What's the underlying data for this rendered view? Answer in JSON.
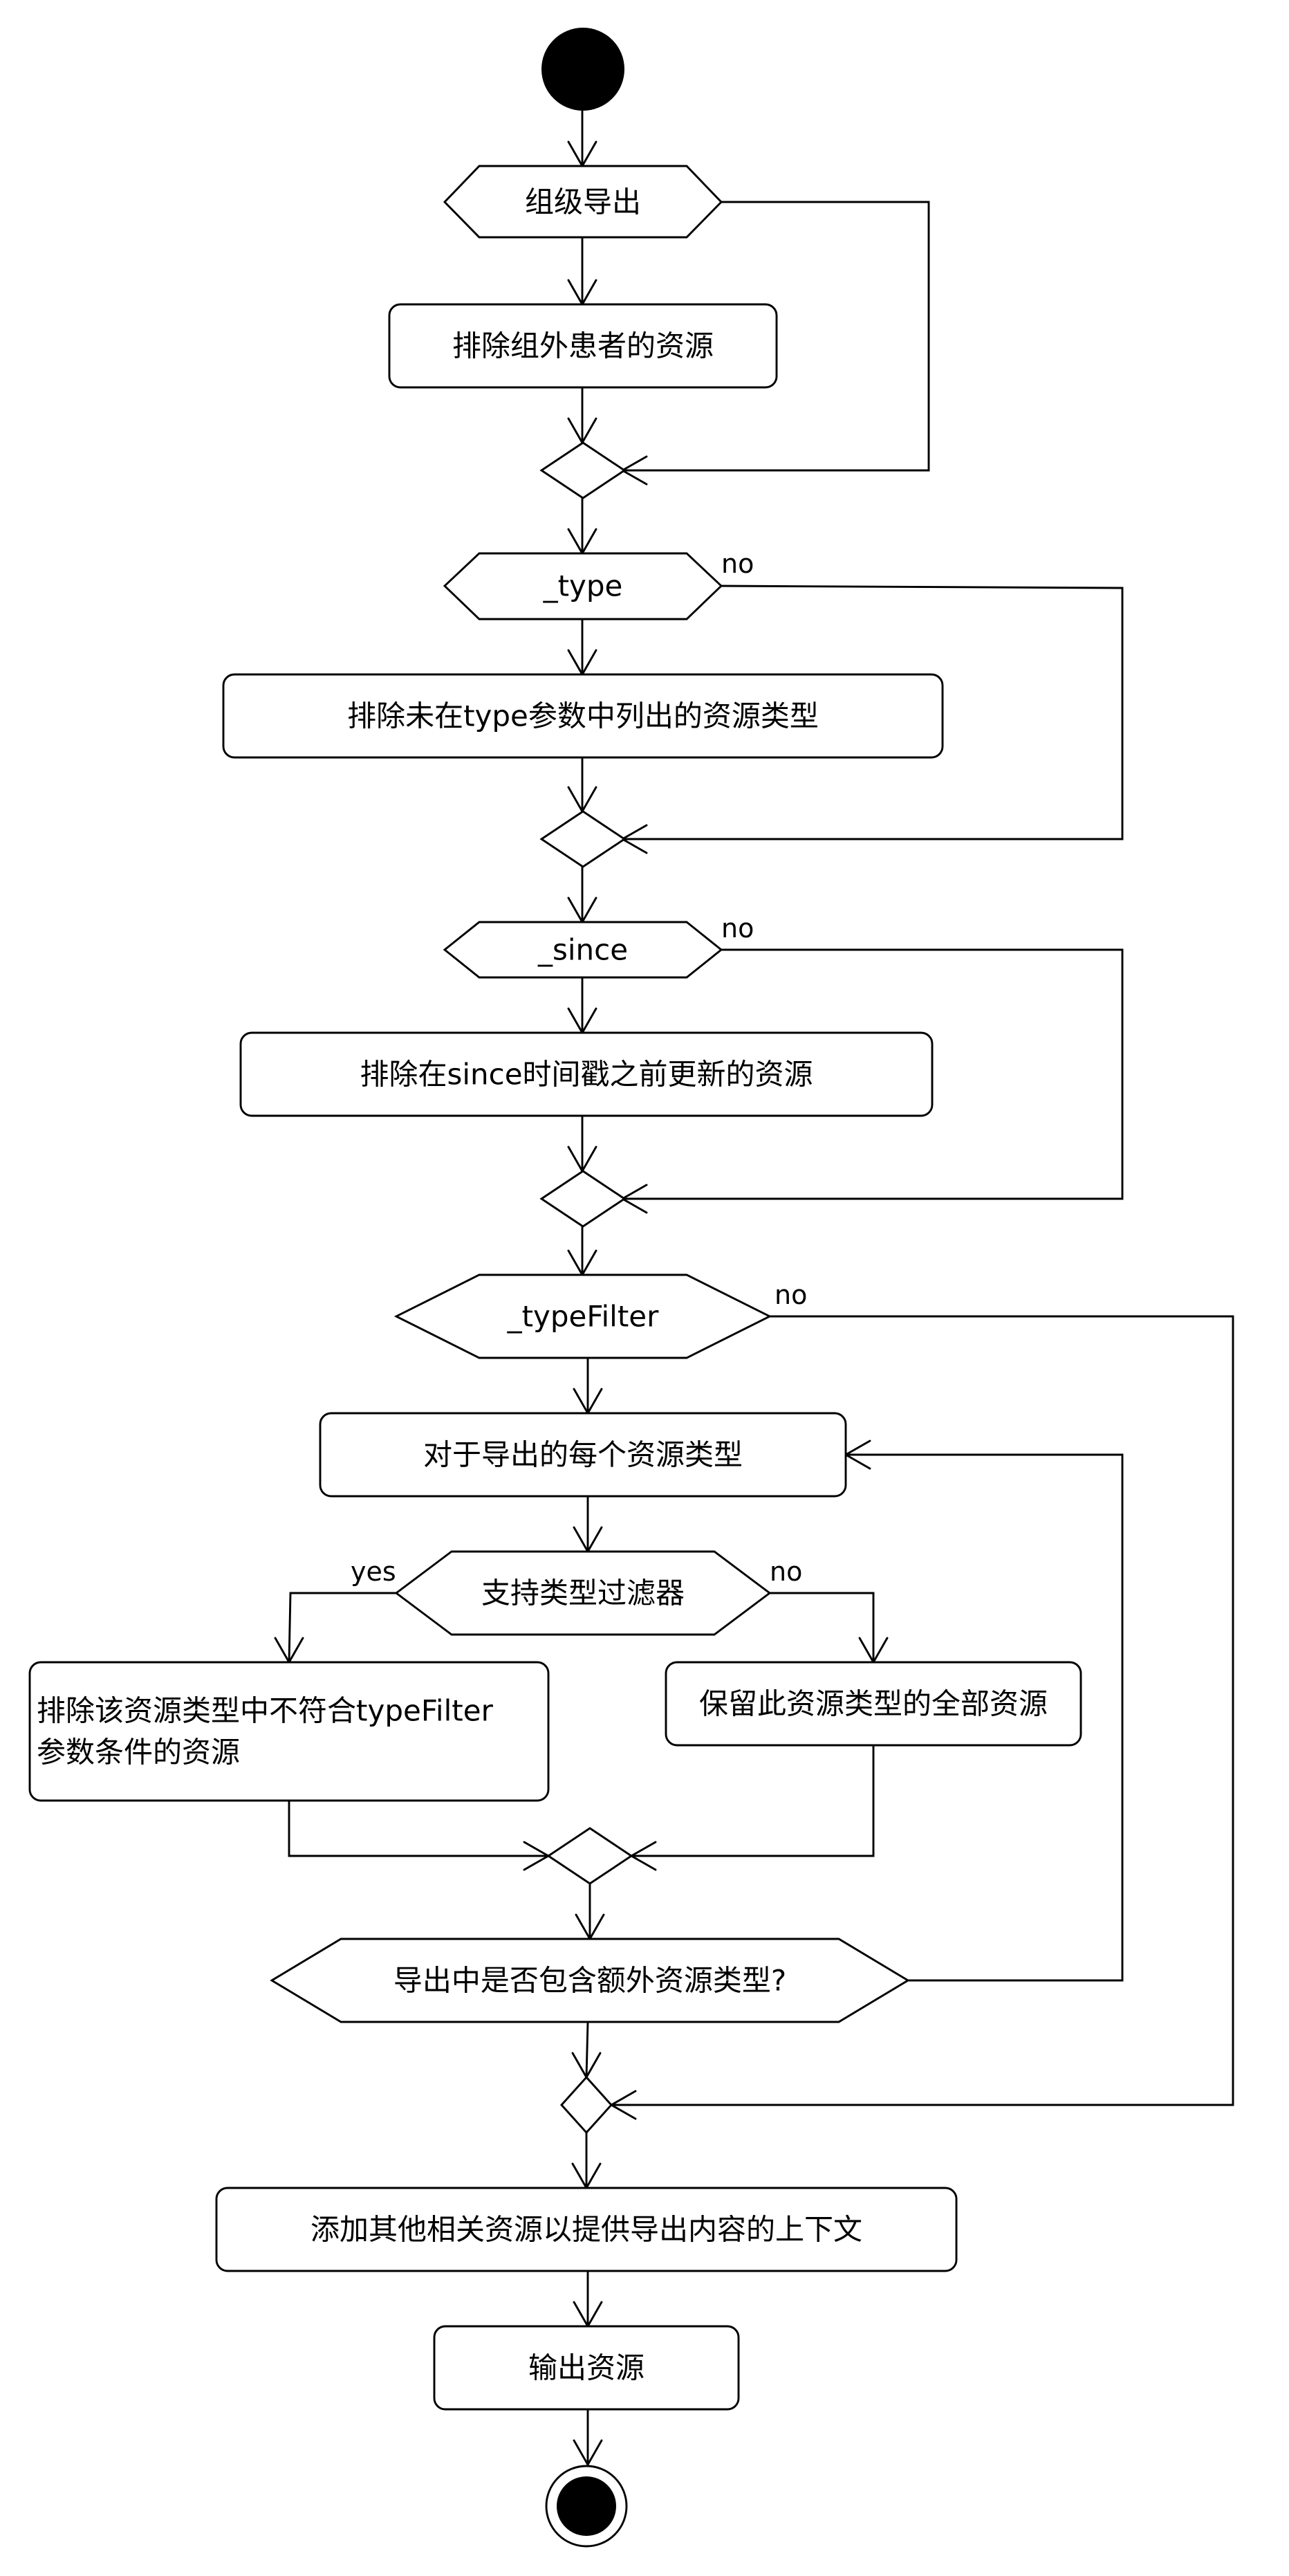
{
  "diagram": {
    "nodes": {
      "group_export": "组级导出",
      "exclude_outside_group": "排除组外患者的资源",
      "type_param": "_type",
      "exclude_unlisted_types": "排除未在type参数中列出的资源类型",
      "since_param": "_since",
      "exclude_before_since": "排除在since时间戳之前更新的资源",
      "typefilter_param": "_typeFilter",
      "for_each_type": "对于导出的每个资源类型",
      "supports_filter": "支持类型过滤器",
      "exclude_unmatched_line1": "排除该资源类型中不符合typeFilter",
      "exclude_unmatched_line2": "参数条件的资源",
      "keep_all": "保留此资源类型的全部资源",
      "more_types": "导出中是否包含额外资源类型?",
      "add_context": "添加其他相关资源以提供导出内容的上下文",
      "output": "输出资源"
    },
    "edge_labels": {
      "type_no": "no",
      "since_no": "no",
      "typefilter_no": "no",
      "filter_yes": "yes",
      "filter_no": "no"
    }
  }
}
